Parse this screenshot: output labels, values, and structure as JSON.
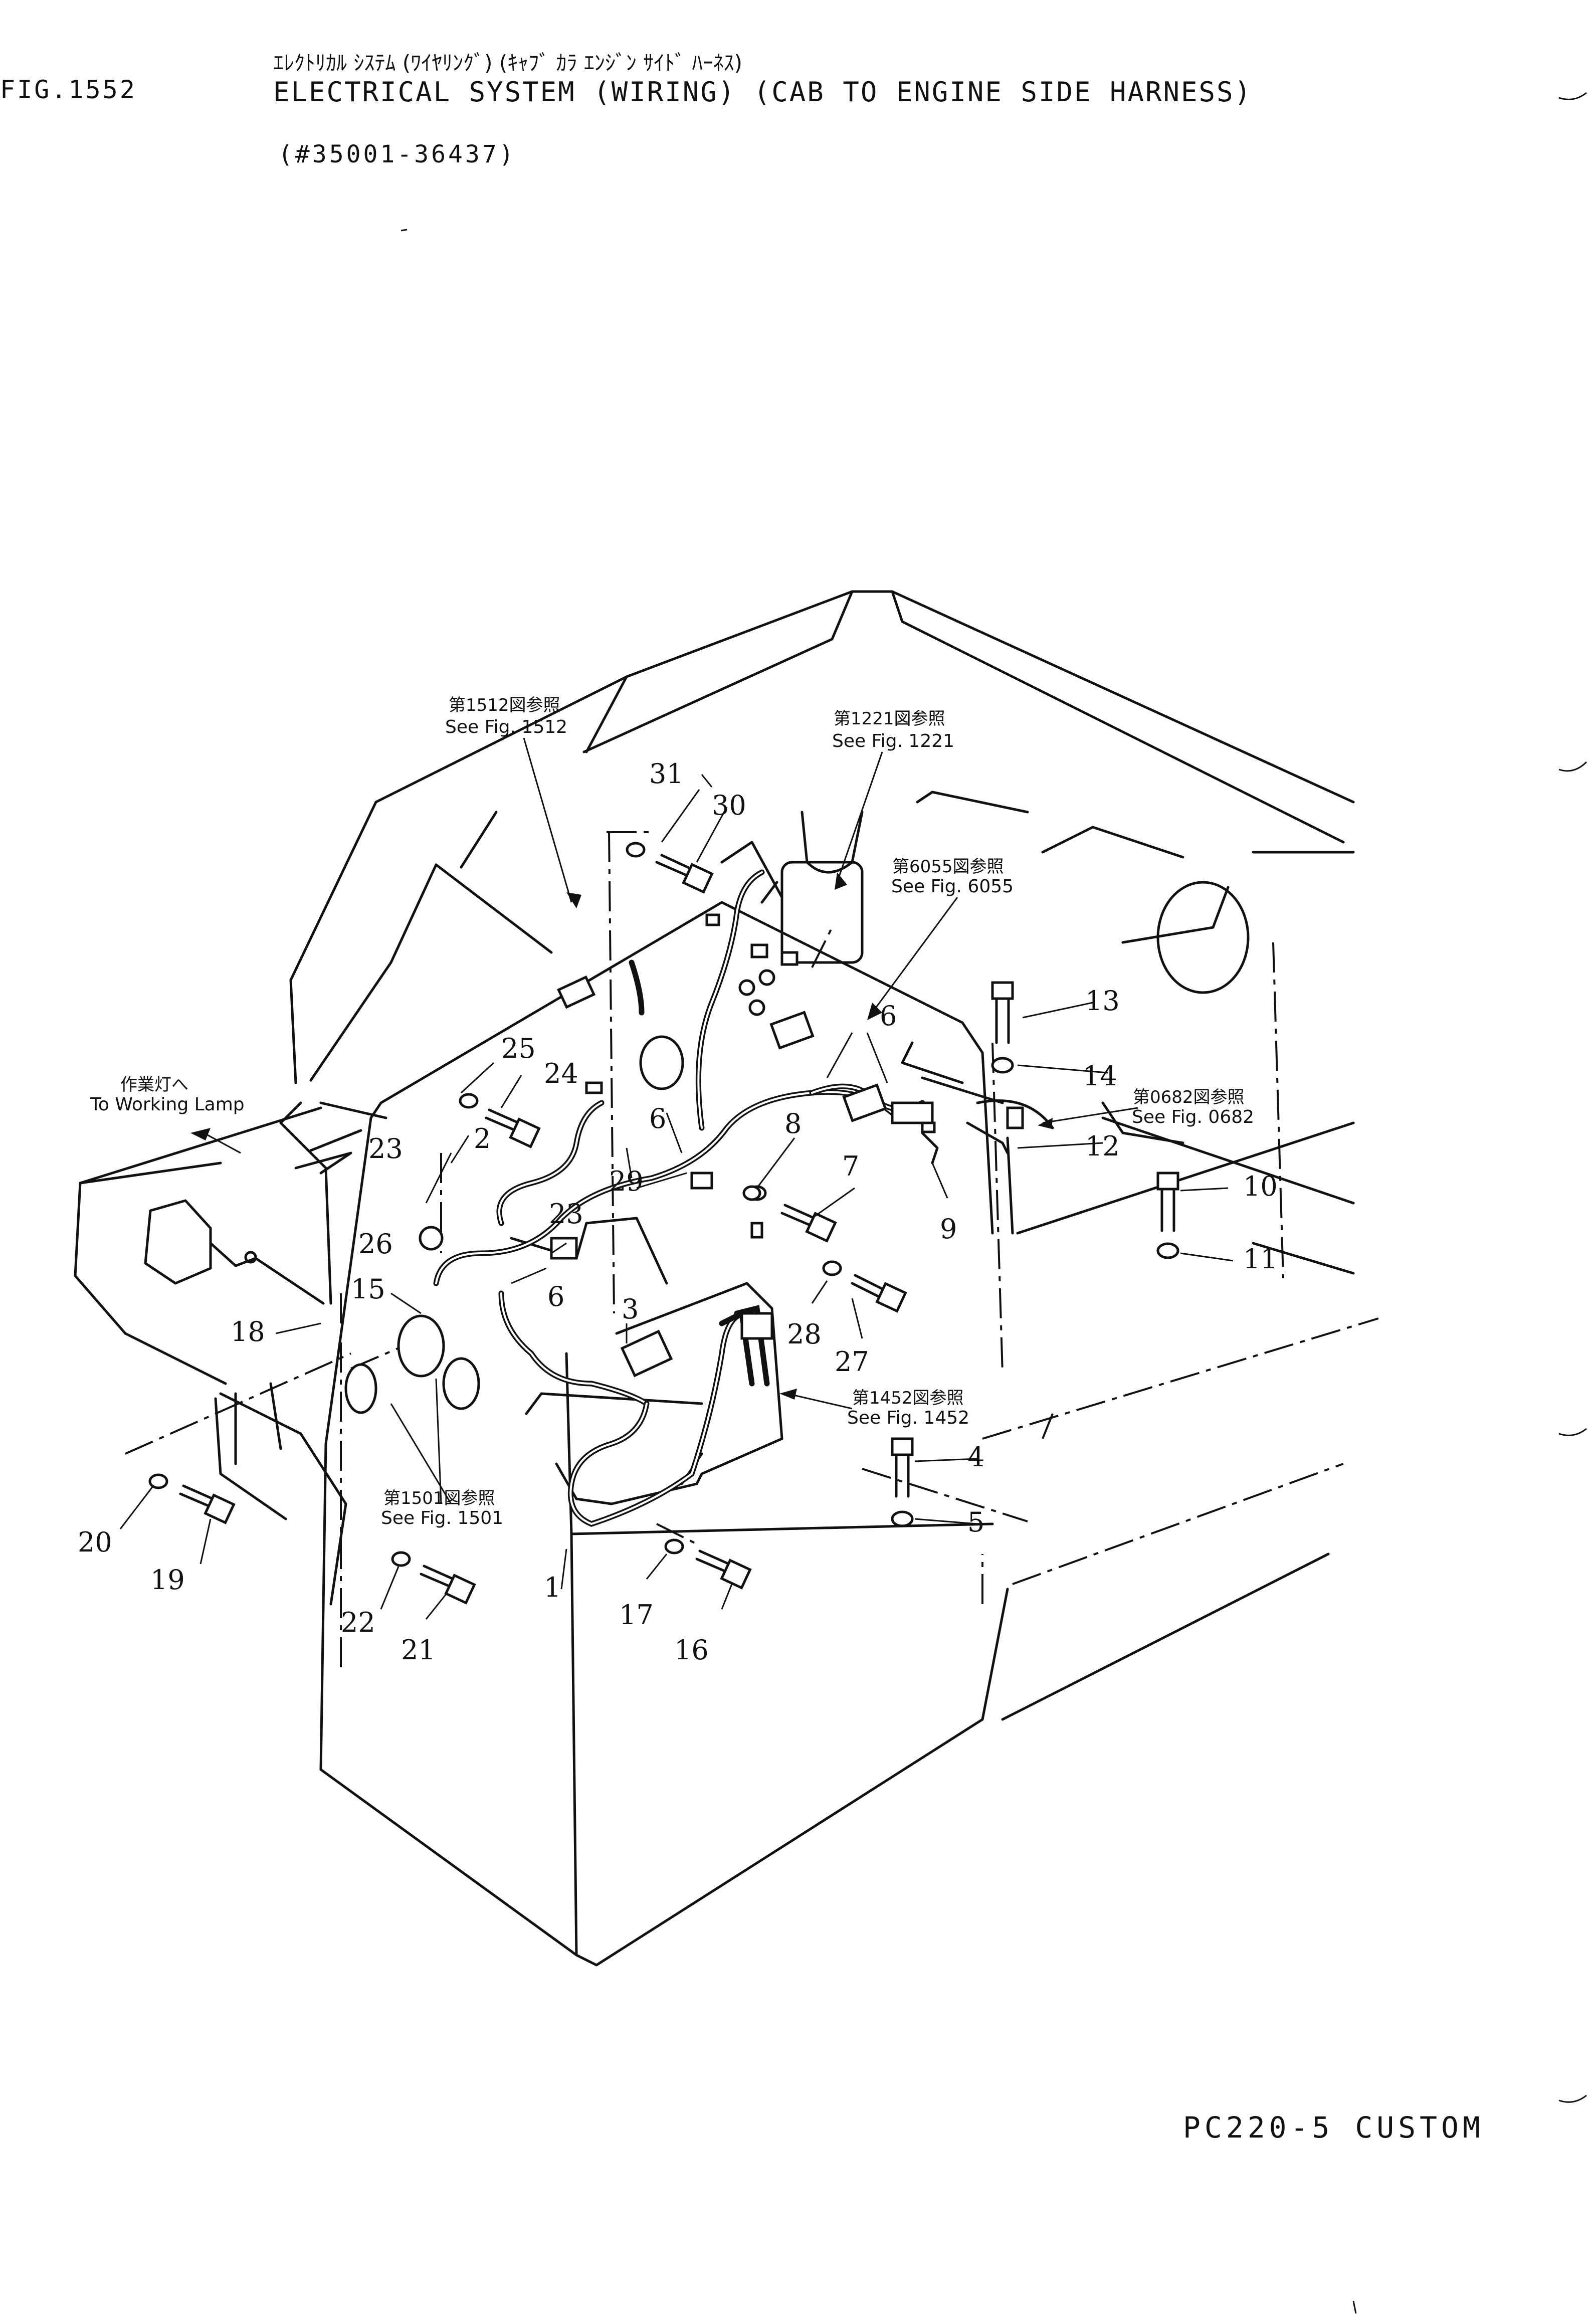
{
  "header": {
    "fig_number": "FIG.1552",
    "title_jp": "ｴﾚｸﾄﾘｶﾙ ｼｽﾃﾑ (ﾜｲﾔﾘﾝｸﾞ) (ｷｬﾌﾞ ｶﾗ ｴﾝｼﾞﾝ ｻｲﾄﾞ ﾊｰﾈｽ)",
    "title_en": "ELECTRICAL SYSTEM (WIRING) (CAB TO ENGINE SIDE HARNESS)",
    "serial_range": "(#35001-36437)"
  },
  "footer": {
    "model": "PC220-5 CUSTOM"
  },
  "references": [
    {
      "jp": "第1512図参照",
      "en": "See Fig. 1512"
    },
    {
      "jp": "第1221図参照",
      "en": "See Fig. 1221"
    },
    {
      "jp": "第6055図参照",
      "en": "See Fig. 6055"
    },
    {
      "jp": "第0682図参照",
      "en": "See Fig. 0682"
    },
    {
      "jp": "第1452図参照",
      "en": "See Fig. 1452"
    },
    {
      "jp": "第1501図参照",
      "en": "See Fig. 1501"
    },
    {
      "jp": "作業灯へ",
      "en": "To Working Lamp"
    }
  ],
  "part_numbers": [
    "1",
    "2",
    "3",
    "4",
    "5",
    "6",
    "6",
    "6",
    "6",
    "7",
    "8",
    "9",
    "10",
    "11",
    "12",
    "13",
    "14",
    "15",
    "16",
    "17",
    "18",
    "19",
    "20",
    "21",
    "22",
    "23",
    "23",
    "24",
    "25",
    "26",
    "27",
    "28",
    "29",
    "30",
    "31"
  ],
  "colors": {
    "ink": "#111111",
    "paper": "#ffffff"
  }
}
